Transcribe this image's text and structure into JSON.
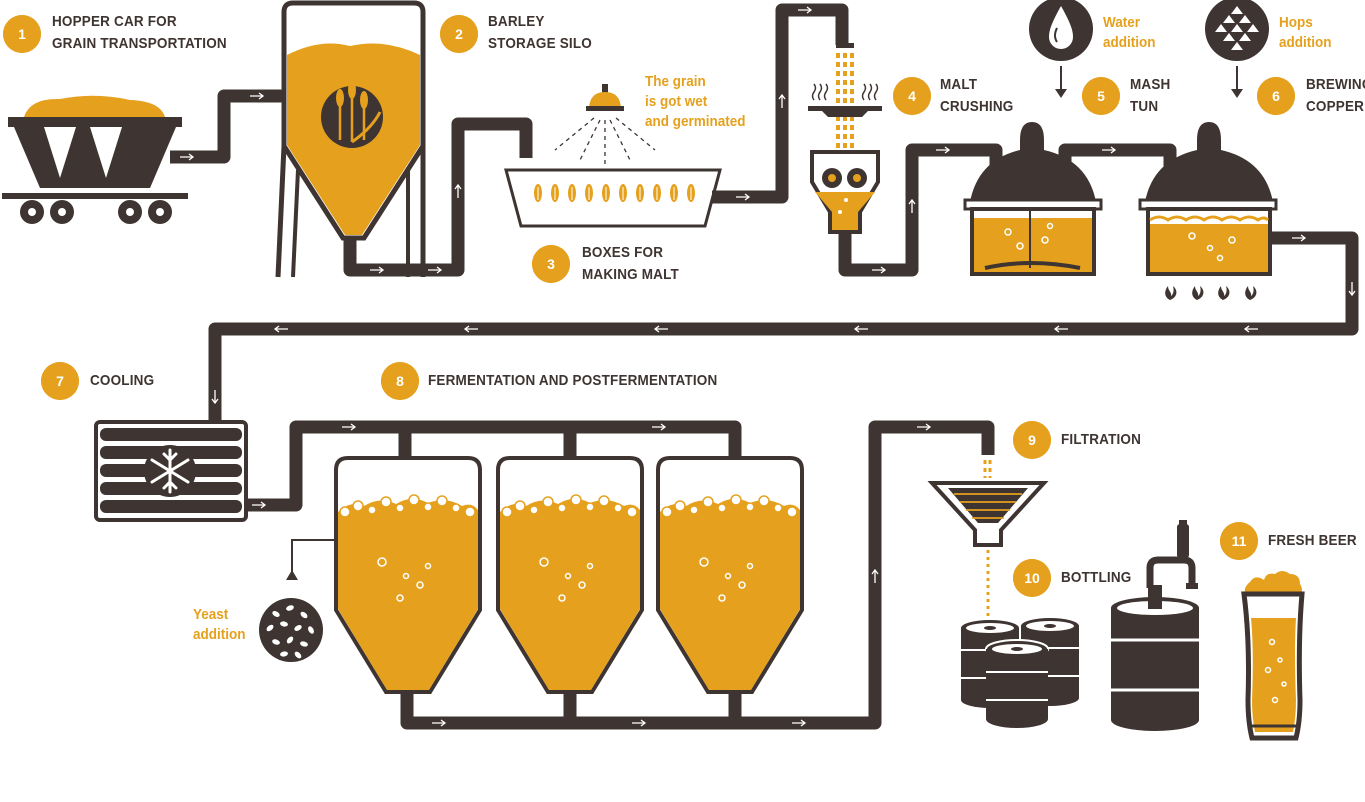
{
  "colors": {
    "accent": "#e5a11e",
    "dark": "#3e3431",
    "white": "#ffffff"
  },
  "steps": [
    {
      "number": "1",
      "lines": [
        "HOPPER CAR FOR",
        "GRAIN TRANSPORTATION"
      ]
    },
    {
      "number": "2",
      "lines": [
        "BARLEY",
        "STORAGE SILO"
      ]
    },
    {
      "number": "3",
      "lines": [
        "BOXES FOR",
        "MAKING MALT"
      ]
    },
    {
      "number": "4",
      "lines": [
        "MALT",
        "CRUSHING"
      ]
    },
    {
      "number": "5",
      "lines": [
        "MASH",
        "TUN"
      ]
    },
    {
      "number": "6",
      "lines": [
        "BREWING",
        "COPPER"
      ]
    },
    {
      "number": "7",
      "lines": [
        "COOLING"
      ]
    },
    {
      "number": "8",
      "lines": [
        "FERMENTATION AND POSTFERMENTATION"
      ]
    },
    {
      "number": "9",
      "lines": [
        "FILTRATION"
      ]
    },
    {
      "number": "10",
      "lines": [
        "BOTTLING"
      ]
    },
    {
      "number": "11",
      "lines": [
        "FRESH BEER"
      ]
    }
  ],
  "notes": {
    "germination": [
      "The grain",
      "is got wet",
      "and germinated"
    ],
    "water": [
      "Water",
      "addition"
    ],
    "hops": [
      "Hops",
      "addition"
    ],
    "yeast": [
      "Yeast",
      "addition"
    ]
  },
  "icons": {
    "hopper_car": "hopper-car-icon",
    "silo": "silo-icon",
    "wheat": "wheat-icon",
    "shower": "shower-icon",
    "malt_box": "malt-box-icon",
    "mill": "mill-icon",
    "water_drop": "water-drop-icon",
    "hop_cone": "hop-cone-icon",
    "mash_tun": "mash-tun-icon",
    "brewing_copper": "brewing-copper-icon",
    "flame": "flame-icon",
    "cooler": "cooler-icon",
    "snowflake": "snowflake-icon",
    "fermenter": "fermenter-tank-icon",
    "yeast_ball": "yeast-icon",
    "filter_funnel": "filter-funnel-icon",
    "keg": "keg-icon",
    "tap": "beer-tap-icon",
    "beer_glass": "beer-glass-icon"
  }
}
